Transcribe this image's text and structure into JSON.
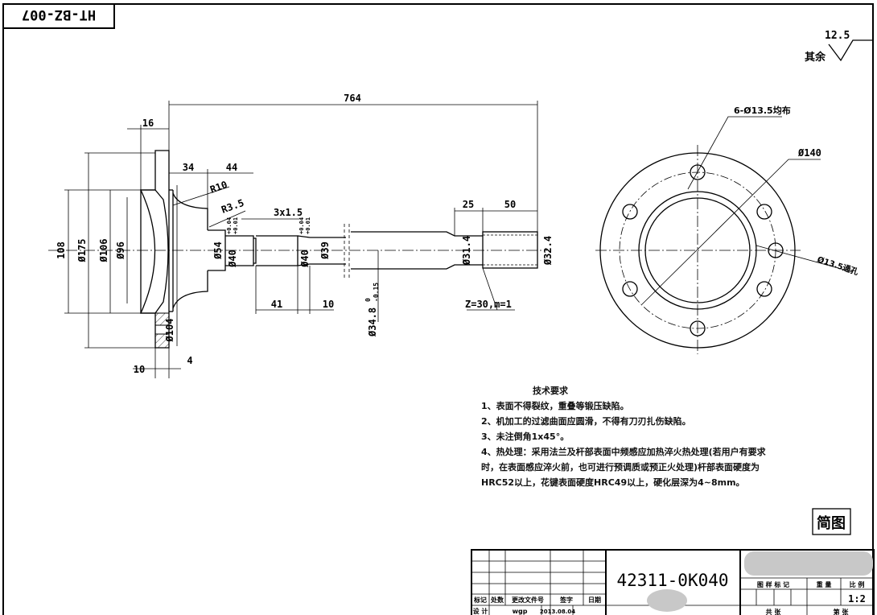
{
  "drawing": {
    "code_stamp": "HT-BZ-007",
    "roughness": {
      "value": "12.5",
      "label": "其余"
    },
    "part_number": "42311-0K040",
    "sketch_label": "简图",
    "scale": "1:2"
  },
  "dimensions": {
    "overall_length": "764",
    "flange_thickness": "16",
    "d108": "108",
    "d175": "Ø175",
    "d106": "Ø106",
    "d96": "Ø96",
    "d104": "Ø104",
    "len34": "34",
    "len44": "44",
    "r10": "R10",
    "r35": "R3.5",
    "groove": "3x1.5",
    "d54": "Ø54",
    "d40a": "Ø40",
    "d40b": "Ø40",
    "tol_upper": "+0.04",
    "tol_lower": "+0.01",
    "d39": "Ø39",
    "len41": "41",
    "len10b": "10",
    "d348": "Ø34.8",
    "d348_tol_upper": "0",
    "d348_tol_lower": "-0.15",
    "spline_note": "Z=30,m=1",
    "len25": "25",
    "len50": "50",
    "d314": "Ø31.4",
    "d324": "Ø32.4",
    "len10": "10",
    "len4": "4",
    "holes": "6-Ø13.5均布",
    "pcd": "Ø140",
    "through_hole": "Ø13.5通孔"
  },
  "tech_requirements": {
    "title": "技术要求",
    "items": [
      "1、表面不得裂纹，重叠等锻压缺陷。",
      "2、机加工的过滤曲面应圆滑，不得有刀刃扎伤缺陷。",
      "3、未注倒角1x45°。",
      "4、热处理：采用法兰及杆部表面中频感应加热淬火热处理(若用户有要求",
      "时，在表面感应淬火前，也可进行预调质或预正火处理)杆部表面硬度为",
      "HRC52以上，花键表面硬度HRC49以上，硬化层深为4~8mm。"
    ]
  },
  "title_block": {
    "headers": [
      "标记",
      "处数",
      "更改文件号",
      "签字",
      "日期"
    ],
    "design_label": "设 计",
    "designer": "wgp",
    "date": "2013.08.04",
    "right_headers": [
      "图 样 标 记",
      "重 量",
      "比 例"
    ],
    "bottom_labels": [
      "共 张",
      "第 张"
    ]
  }
}
